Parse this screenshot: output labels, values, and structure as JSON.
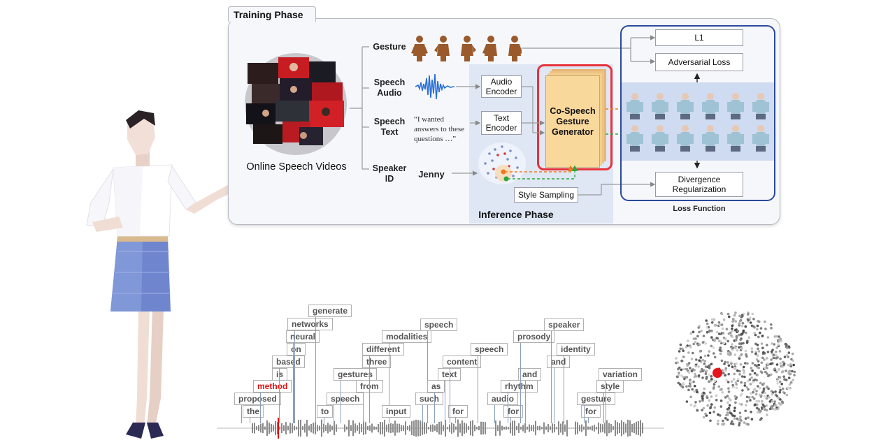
{
  "diagram": {
    "training_phase": "Training Phase",
    "inference_phase": "Inference Phase",
    "source_label": "Online Speech Videos",
    "inputs": {
      "gesture": "Gesture",
      "speech_audio": "Speech Audio",
      "speech_text": "Speech Text",
      "speaker_id": "Speaker ID"
    },
    "speech_text_quote": "“I wanted answers to these questions …”",
    "speaker_name": "Jenny",
    "audio_encoder": "Audio Encoder",
    "text_encoder": "Text Encoder",
    "generator": "Co-Speech Gesture Generator",
    "style_sampling": "Style Sampling",
    "losses": {
      "l1": "L1",
      "adversarial": "Adversarial Loss",
      "divergence": "Divergence Regularization",
      "title": "Loss Function"
    },
    "colors": {
      "generator_highlight": "#e8333b",
      "loss_frame": "#2a4a9a",
      "audio_wave": "#2a6fd6",
      "orange_dot": "#f07a1a",
      "green_dot": "#2aa83a",
      "highlight_word": "#dd1111"
    }
  },
  "caption_words": [
    {
      "text": "the",
      "highlight": false
    },
    {
      "text": "proposed",
      "highlight": false
    },
    {
      "text": "method",
      "highlight": true
    },
    {
      "text": "is",
      "highlight": false
    },
    {
      "text": "based",
      "highlight": false
    },
    {
      "text": "on",
      "highlight": false
    },
    {
      "text": "neural",
      "highlight": false
    },
    {
      "text": "networks",
      "highlight": false
    },
    {
      "text": "generate",
      "highlight": false
    },
    {
      "text": "to",
      "highlight": false
    },
    {
      "text": "speech",
      "highlight": false
    },
    {
      "text": "gestures",
      "highlight": false
    },
    {
      "text": "from",
      "highlight": false
    },
    {
      "text": "three",
      "highlight": false
    },
    {
      "text": "different",
      "highlight": false
    },
    {
      "text": "modalities",
      "highlight": false
    },
    {
      "text": "input",
      "highlight": false
    },
    {
      "text": "speech",
      "highlight": false
    },
    {
      "text": "such",
      "highlight": false
    },
    {
      "text": "as",
      "highlight": false
    },
    {
      "text": "text",
      "highlight": false
    },
    {
      "text": "for",
      "highlight": false
    },
    {
      "text": "content",
      "highlight": false
    },
    {
      "text": "speech",
      "highlight": false
    },
    {
      "text": "audio",
      "highlight": false
    },
    {
      "text": "for",
      "highlight": false
    },
    {
      "text": "rhythm",
      "highlight": false
    },
    {
      "text": "and",
      "highlight": false
    },
    {
      "text": "prosody",
      "highlight": false
    },
    {
      "text": "and",
      "highlight": false
    },
    {
      "text": "identity",
      "highlight": false
    },
    {
      "text": "speaker",
      "highlight": false
    },
    {
      "text": "for",
      "highlight": false
    },
    {
      "text": "gesture",
      "highlight": false
    },
    {
      "text": "style",
      "highlight": false
    },
    {
      "text": "variation",
      "highlight": false
    }
  ]
}
